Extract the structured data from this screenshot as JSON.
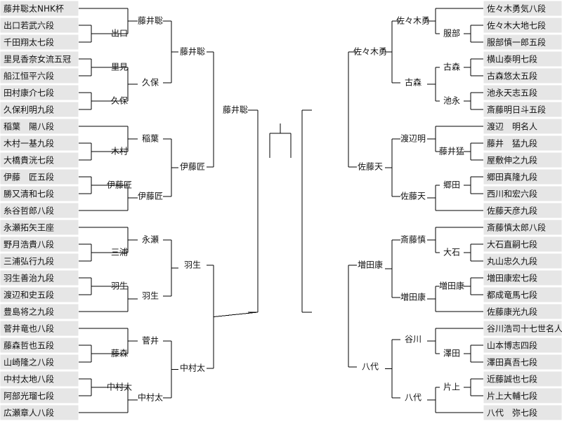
{
  "left": {
    "players": [
      "藤井聡太NHK杯",
      "出口若武六段",
      "千田翔太七段",
      "里見香奈女流五冠",
      "船江恒平六段",
      "田村康介七段",
      "久保利明九段",
      "稲葉　陽八段",
      "木村一基九段",
      "大橋貴洸七段",
      "伊藤　匠五段",
      "勝又清和七段",
      "糸谷哲郎八段",
      "永瀬拓矢王座",
      "野月浩貴八段",
      "三浦弘行九段",
      "羽生善治九段",
      "渡辺和史五段",
      "豊島将之九段",
      "菅井竜也八段",
      "藤森哲也五段",
      "山崎隆之八段",
      "中村太地八段",
      "阿部光瑠七段",
      "広瀬章人八段"
    ],
    "r1": [
      "出口",
      "里見",
      "久保",
      "木村",
      "伊藤匠",
      "三浦",
      "羽生",
      "藤森",
      "中村太"
    ],
    "r2": [
      "藤井聡",
      "久保",
      "稲葉",
      "伊藤匠",
      "永瀬",
      "羽生",
      "菅井",
      "中村太"
    ],
    "r3": [
      "藤井聡",
      "伊藤匠",
      "羽生",
      "中村太"
    ],
    "r4": [
      "藤井聡"
    ]
  },
  "right": {
    "players": [
      "佐々木勇気八段",
      "佐々木大地七段",
      "服部慎一郎五段",
      "横山泰明七段",
      "古森悠太五段",
      "池永天志五段",
      "斎藤明日斗五段",
      "渡辺　明名人",
      "藤井　猛九段",
      "屋敷伸之九段",
      "郷田真隆九段",
      "西川和宏六段",
      "佐藤天彦九段",
      "斎藤慎太郎八段",
      "大石直嗣七段",
      "丸山忠久九段",
      "増田康宏七段",
      "都成竜馬七段",
      "佐藤康光九段",
      "谷川浩司十七世名人",
      "山本博志四段",
      "澤田真吾七段",
      "近藤誠也七段",
      "片上大輔七段",
      "八代　弥七段"
    ],
    "r1": [
      "服部",
      "古森",
      "池永",
      "藤井猛",
      "郷田",
      "大石",
      "増田康",
      "澤田",
      "片上"
    ],
    "r2": [
      "佐々木勇",
      "古森",
      "渡辺明",
      "佐藤天",
      "斎藤慎",
      "増田康",
      "谷川",
      "八代"
    ],
    "r3": [
      "佐々木勇",
      "佐藤天",
      "増田康",
      "八代"
    ]
  }
}
